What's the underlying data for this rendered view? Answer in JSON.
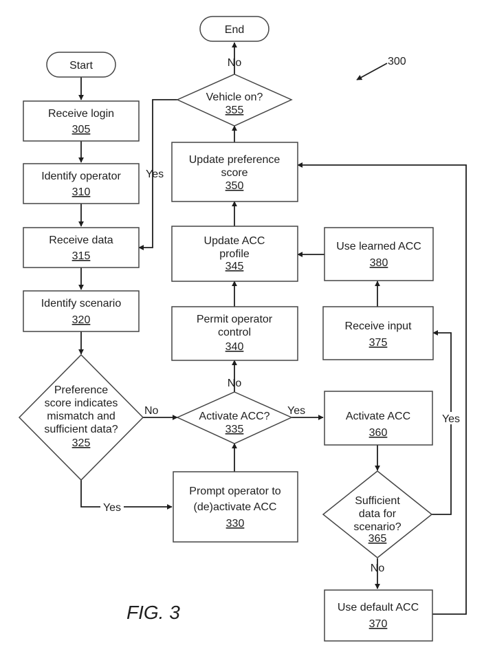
{
  "figure": {
    "label": "FIG. 3",
    "ref_number": "300"
  },
  "nodes": {
    "start": {
      "text": "Start"
    },
    "end": {
      "text": "End"
    },
    "n305": {
      "text": [
        "Receive login"
      ],
      "ref": "305"
    },
    "n310": {
      "text": [
        "Identify operator"
      ],
      "ref": "310"
    },
    "n315": {
      "text": [
        "Receive data"
      ],
      "ref": "315"
    },
    "n320": {
      "text": [
        "Identify scenario"
      ],
      "ref": "320"
    },
    "n325": {
      "text": [
        "Preference",
        "score indicates",
        "mismatch and",
        "sufficient data?"
      ],
      "ref": "325"
    },
    "n330": {
      "text": [
        "Prompt operator to",
        "(de)activate ACC"
      ],
      "ref": "330"
    },
    "n335": {
      "text": [
        "Activate ACC?"
      ],
      "ref": "335"
    },
    "n340": {
      "text": [
        "Permit operator",
        "control"
      ],
      "ref": "340"
    },
    "n345": {
      "text": [
        "Update ACC",
        "profile"
      ],
      "ref": "345"
    },
    "n350": {
      "text": [
        "Update preference",
        "score"
      ],
      "ref": "350"
    },
    "n355": {
      "text": [
        "Vehicle on?"
      ],
      "ref": "355"
    },
    "n360": {
      "text": [
        "Activate ACC"
      ],
      "ref": "360"
    },
    "n365": {
      "text": [
        "Sufficient",
        "data for",
        "scenario?"
      ],
      "ref": "365"
    },
    "n370": {
      "text": [
        "Use default ACC"
      ],
      "ref": "370"
    },
    "n375": {
      "text": [
        "Receive input"
      ],
      "ref": "375"
    },
    "n380": {
      "text": [
        "Use learned ACC"
      ],
      "ref": "380"
    }
  },
  "edge_labels": {
    "e355_no": "No",
    "e355_yes": "Yes",
    "e325_no": "No",
    "e325_yes": "Yes",
    "e335_no": "No",
    "e335_yes": "Yes",
    "e365_yes": "Yes",
    "e365_no": "No"
  }
}
